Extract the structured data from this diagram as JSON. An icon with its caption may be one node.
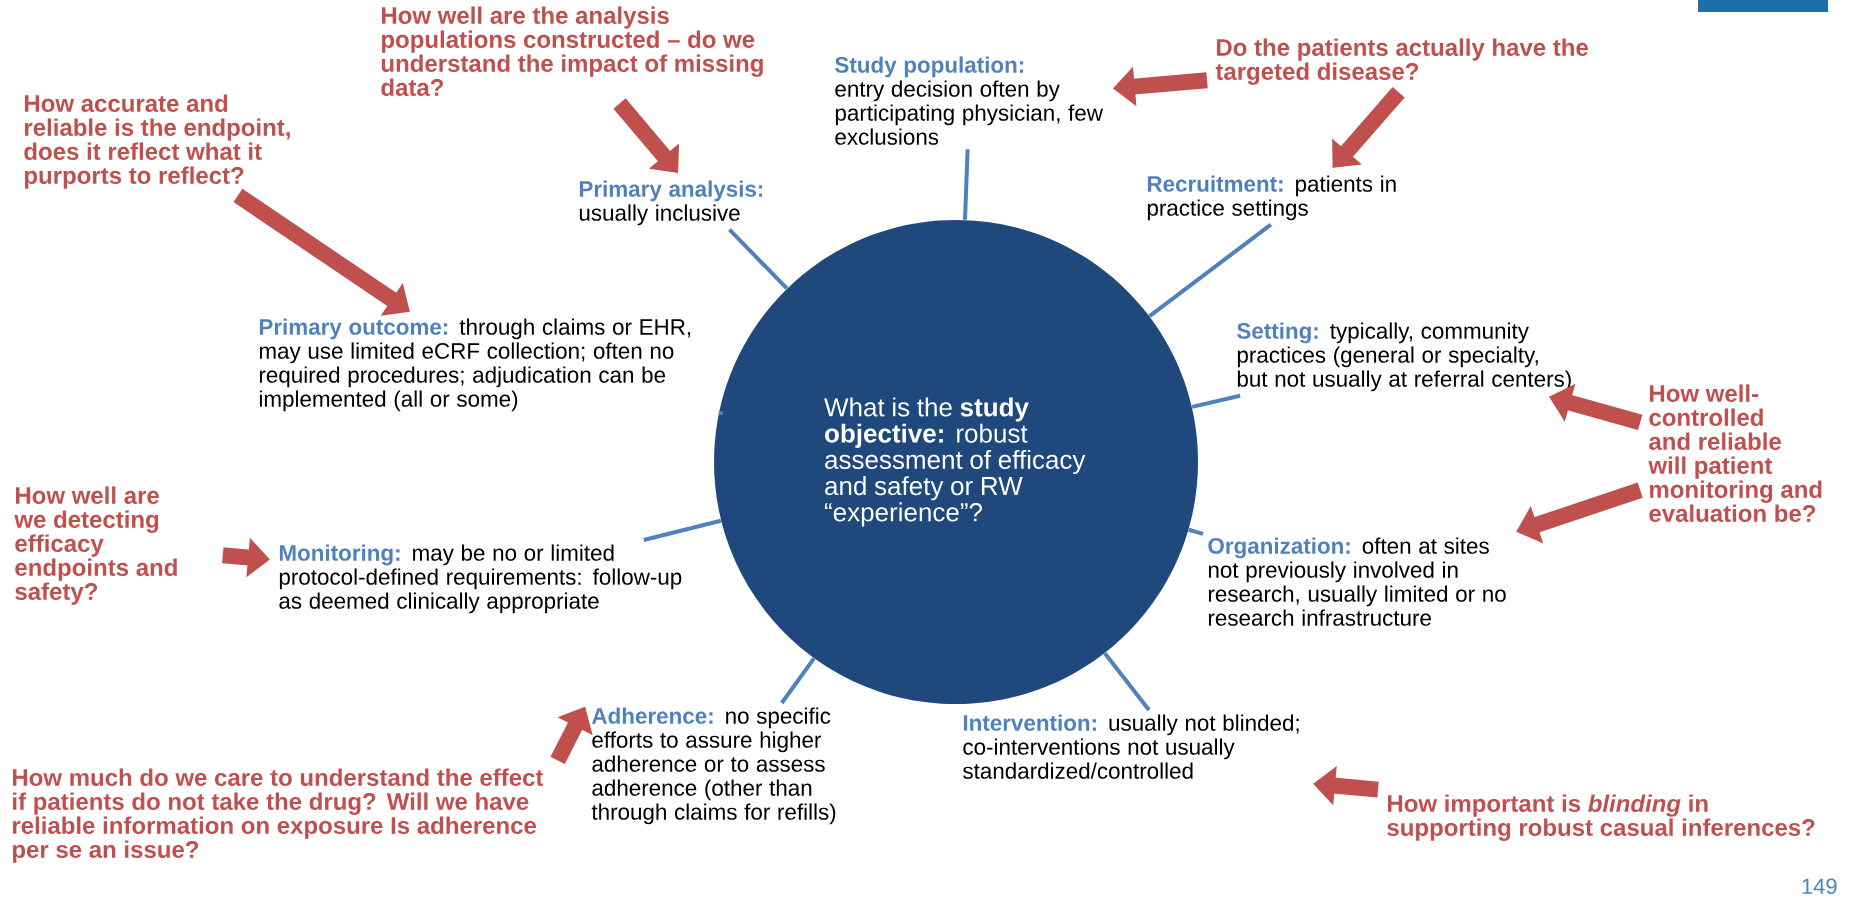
{
  "diagram": {
    "nodes": [
      {
        "text": [
          "What is the **study objective:** robust assessment of efficacy and safety or RW “experience”?"
        ]
      },
      {
        "text": [
          "Primary analysis:",
          "usually inclusive"
        ]
      },
      {
        "text": [
          "Study population:",
          "entry decision often by participating physician, few exclusions"
        ]
      },
      {
        "text": [
          "Recruitment:",
          "patients in practice settings"
        ]
      },
      {
        "text": [
          "Setting:",
          "typically, community practices (general or specialty, but not usually at referral centers)"
        ]
      },
      {
        "text": [
          "Organization:",
          "often at sites not previously involved in  research, usually limited or no research infrastructure"
        ]
      },
      {
        "text": [
          "Intervention:",
          "usually not blinded; co-interventions not usually standardized/controlled"
        ]
      },
      {
        "text": [
          "Adherence:",
          "no specific efforts to assure higher adherence or to assess adherence (other than through claims for refills)"
        ]
      },
      {
        "text": [
          "Monitoring:",
          "may be no or limited protocol-defined requirements: follow-up as deemed clinically appropriate"
        ]
      },
      {
        "text": [
          "Primary outcome:",
          "through claims or EHR, may use limited eCRF collection; often no required procedures; adjudication can be implemented (all or some)"
        ]
      },
      {
        "text": [
          "How well are the analysis populations constructed – do we understand the impact of missing data?"
        ]
      },
      {
        "text": [
          "How accurate and reliable is the endpoint, does it reflect what it purports to reflect?"
        ]
      },
      {
        "text": [
          "Do the patients actually have the targeted disease?"
        ]
      },
      {
        "text": [
          "How well-controlled and reliable will patient monitoring and evaluation be?"
        ]
      },
      {
        "text": [
          "How well are we detecting efficacy endpoints and safety?"
        ]
      },
      {
        "text": [
          "How much do we care to understand the effect if patients do not take the drug? Will we have reliable information on exposure Is adherence per se an issue?"
        ]
      },
      {
        "text": [
          "How important is *blinding* in supporting robust casual inferences?"
        ]
      }
    ],
    "edges": [
      {
        "from": 0,
        "to": 1,
        "arrow": "none",
        "color": "#4f81bd"
      },
      {
        "from": 0,
        "to": 2,
        "arrow": "none",
        "color": "#4f81bd"
      },
      {
        "from": 0,
        "to": 3,
        "arrow": "none",
        "color": "#4f81bd"
      },
      {
        "from": 0,
        "to": 4,
        "arrow": "none",
        "color": "#4f81bd"
      },
      {
        "from": 0,
        "to": 5,
        "arrow": "none",
        "color": "#4f81bd"
      },
      {
        "from": 0,
        "to": 6,
        "arrow": "none",
        "color": "#4f81bd"
      },
      {
        "from": 0,
        "to": 7,
        "arrow": "none",
        "color": "#4f81bd"
      },
      {
        "from": 0,
        "to": 8,
        "arrow": "none",
        "color": "#4f81bd"
      },
      {
        "from": 0,
        "to": 9,
        "arrow": "none",
        "color": "#4f81bd"
      },
      {
        "from": 10,
        "to": 1,
        "arrow": "to",
        "style": "thick",
        "color": "#c0504d"
      },
      {
        "from": 11,
        "to": 9,
        "arrow": "to",
        "style": "thick",
        "color": "#c0504d"
      },
      {
        "from": 12,
        "to": 2,
        "arrow": "to",
        "style": "thick",
        "color": "#c0504d"
      },
      {
        "from": 12,
        "to": 3,
        "arrow": "to",
        "style": "thick",
        "color": "#c0504d"
      },
      {
        "from": 13,
        "to": 4,
        "arrow": "to",
        "style": "thick",
        "color": "#c0504d"
      },
      {
        "from": 13,
        "to": 5,
        "arrow": "to",
        "style": "thick",
        "color": "#c0504d"
      },
      {
        "from": 14,
        "to": 8,
        "arrow": "to",
        "style": "thick",
        "color": "#c0504d"
      },
      {
        "from": 15,
        "to": 7,
        "arrow": "to",
        "style": "thick",
        "color": "#c0504d"
      },
      {
        "from": 16,
        "to": 6,
        "arrow": "to",
        "style": "thick",
        "color": "#c0504d"
      }
    ],
    "labels": [
      "149"
    ]
  }
}
